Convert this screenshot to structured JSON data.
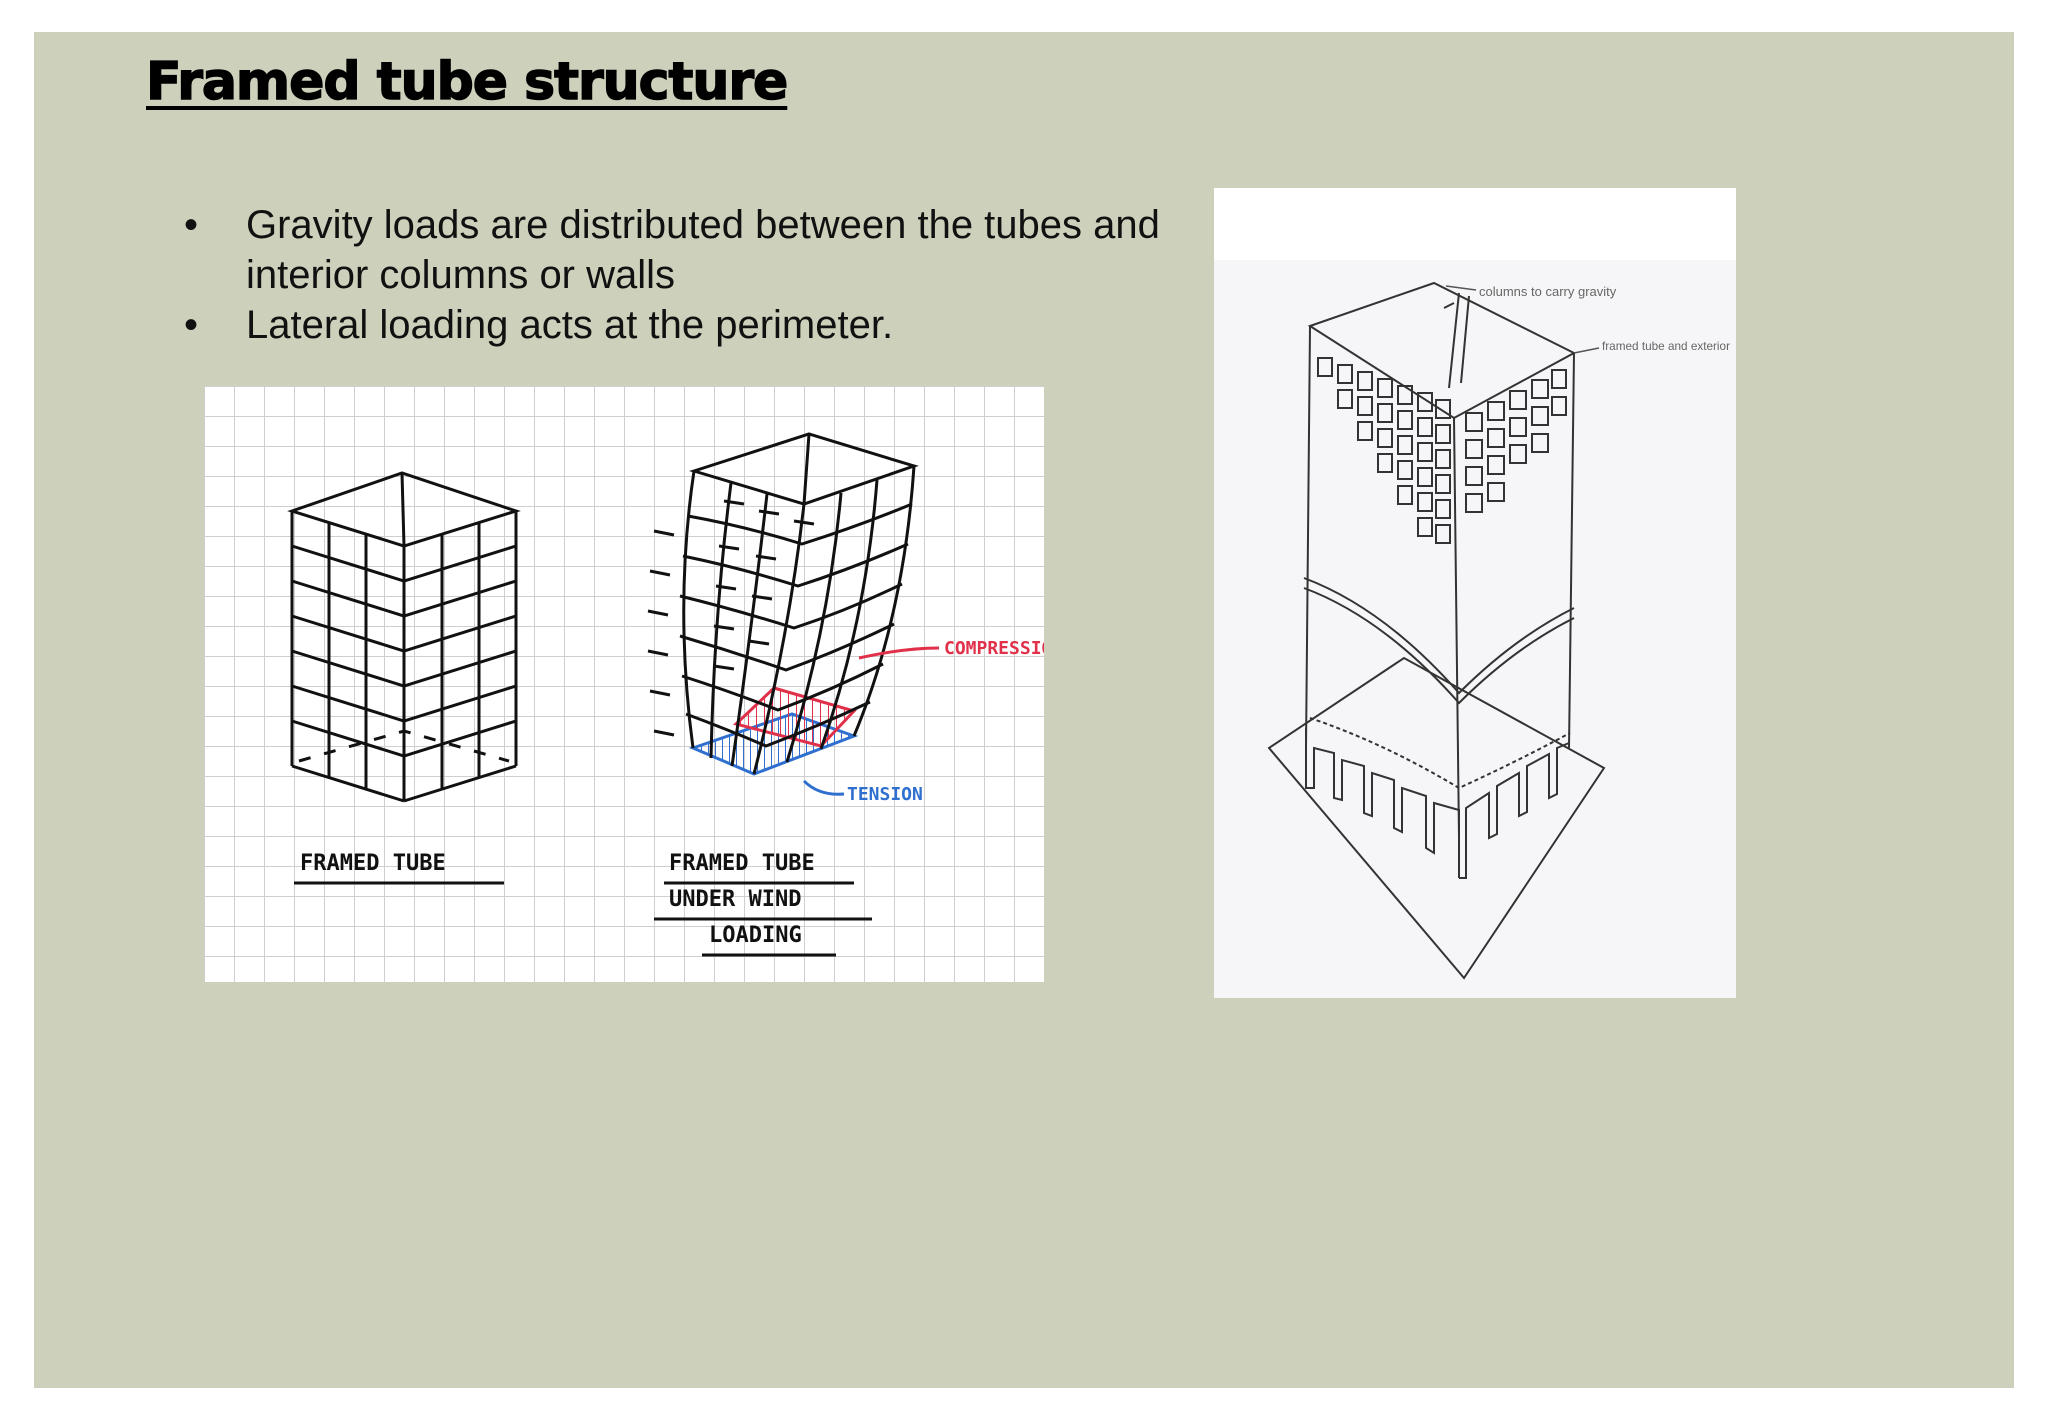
{
  "slide": {
    "title": "Framed tube structure",
    "bullets": [
      "Gravity loads are distributed between the tubes and interior columns or walls",
      "Lateral loading acts at the perimeter."
    ],
    "bullet_marker": "•"
  },
  "figure_left": {
    "label_framed_tube": "FRAMED TUBE",
    "label_wind_line1": "FRAMED TUBE",
    "label_wind_line2": "UNDER WIND",
    "label_wind_line3": "LOADING",
    "label_compression": "COMPRESSION",
    "label_tension": "TENSION",
    "colors": {
      "compression": "#e0304a",
      "tension": "#2f6fd0",
      "grid": "#d8d8d8",
      "ink": "#111111"
    }
  },
  "figure_right": {
    "annotation_top": "columns to carry gravity",
    "annotation_side": "framed tube and exterior"
  }
}
